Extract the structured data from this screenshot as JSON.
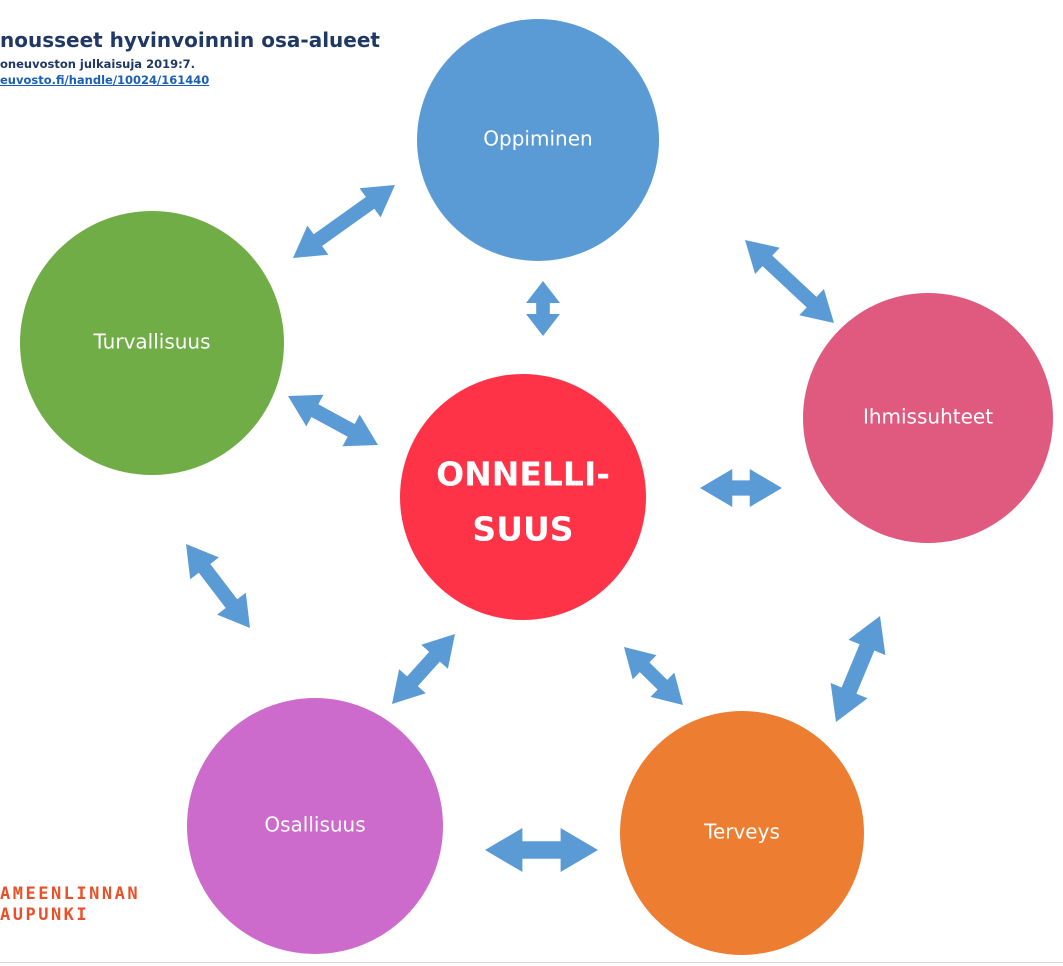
{
  "header": {
    "title": "nousseet hyvinvoinnin osa-alueet",
    "subtitle": "oneuvoston julkaisuja 2019:7.",
    "link": "euvosto.fi/handle/10024/161440"
  },
  "logo": {
    "line1": "AMEENLINNAN",
    "line2": "AUPUNKI"
  },
  "diagram": {
    "center": {
      "line1": "ONNELLI-",
      "line2": "SUUS",
      "color": "#fe3347"
    },
    "nodes": [
      {
        "id": "oppiminen",
        "label": "Oppiminen",
        "color": "#5b9bd5"
      },
      {
        "id": "ihmissuhteet",
        "label": "Ihmissuhteet",
        "color": "#e05a80"
      },
      {
        "id": "terveys",
        "label": "Terveys",
        "color": "#ed7d31"
      },
      {
        "id": "osallisuus",
        "label": "Osallisuus",
        "color": "#cd6bcd"
      },
      {
        "id": "turvallisuus",
        "label": "Turvallisuus",
        "color": "#70ad47"
      }
    ],
    "arrow_color": "#5b9bd5"
  }
}
